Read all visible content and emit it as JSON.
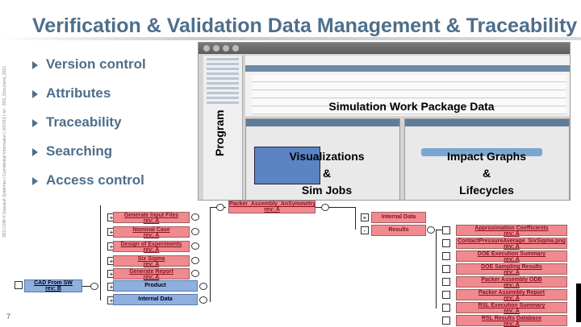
{
  "slide": {
    "title": "Verification & Validation Data Management & Traceability",
    "side_note": "3DS.COM © Dassault Systèmes | Confidential Information | 9/10/13 | ref.: 3DS_Document_2012",
    "page_number": "7"
  },
  "bullets": [
    "Version control",
    "Attributes",
    "Traceability",
    "Searching",
    "Access control"
  ],
  "overlays": {
    "program": "Program",
    "sim_wp": "Simulation Work Package Data",
    "vis1": "Visualizations",
    "vis2": "&",
    "vis3": "Sim Jobs",
    "imp1": "Impact Graphs",
    "imp2": "&",
    "imp3": "Lifecycles"
  },
  "flow": {
    "root": {
      "label": "CAD From SW",
      "rev": "rev: B"
    },
    "top": {
      "label": "Packer_Assembly_AnSymmetry",
      "rev": "rev: A"
    },
    "left_nodes": [
      {
        "label": "Generate Input Files",
        "rev": "rev: A"
      },
      {
        "label": "Nominal Case",
        "rev": "rev: A"
      },
      {
        "label": "Design of Experiments",
        "rev": "rev: A"
      },
      {
        "label": "Six Sigma",
        "rev": "rev: A"
      },
      {
        "label": "Generate Report",
        "rev": "rev: A"
      },
      {
        "label": "Product",
        "rev": ""
      },
      {
        "label": "Internal Data",
        "rev": ""
      }
    ],
    "mid_nodes": [
      {
        "label": "Internal Data"
      },
      {
        "label": "Results"
      }
    ],
    "right_nodes": [
      {
        "label": "Approximation Coefficients",
        "rev": "rev: A"
      },
      {
        "label": "ContactPressureAverage_SixSigma.png",
        "rev": "rev: A"
      },
      {
        "label": "DOE Execution Summary",
        "rev": "rev: A"
      },
      {
        "label": "DOE Sampling Results",
        "rev": "rev: A"
      },
      {
        "label": "Packer Assembly ODB",
        "rev": "rev: A"
      },
      {
        "label": "Packer Assembly Report",
        "rev": "rev: A"
      },
      {
        "label": "RSL Execution Summary",
        "rev": "rev: A"
      },
      {
        "label": "RSL Results Database",
        "rev": "rev: A"
      }
    ]
  },
  "colors": {
    "title": "#4e6e8a",
    "node_pink": "#f08a90",
    "node_blue": "#8fb0de"
  }
}
